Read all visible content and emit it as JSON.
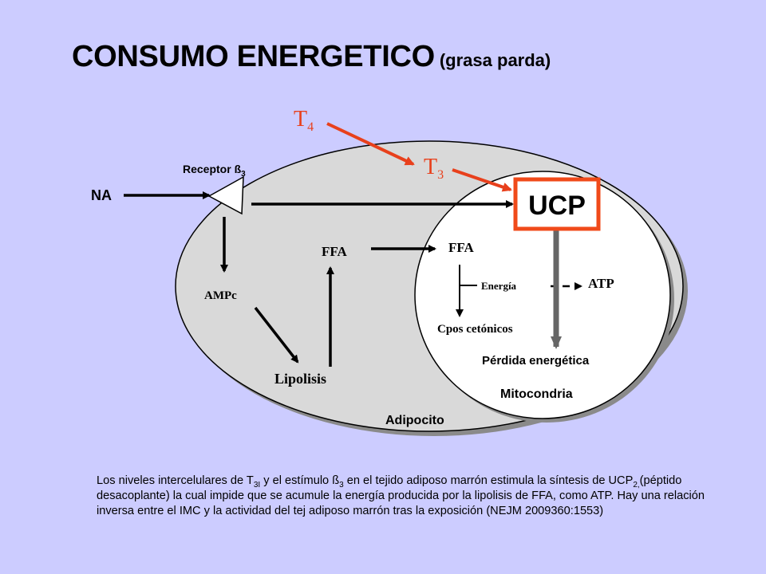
{
  "title": {
    "main": "CONSUMO ENERGETICO",
    "sub": "(grasa parda)"
  },
  "diagram": {
    "t4": {
      "letter": "T",
      "sub": "4"
    },
    "t3": {
      "letter": "T",
      "sub": "3"
    },
    "receptor": {
      "text": "Receptor ß",
      "sub": "3"
    },
    "na": "NA",
    "ucp": "UCP",
    "ffa_cell": "FFA",
    "ffa_mito": "FFA",
    "energia": "Energía",
    "atp": "ATP",
    "ampc": "AMPc",
    "cpos": "Cpos cetónicos",
    "perdida": "Pérdida energética",
    "lipolisis": "Lipolisis",
    "mitocondria": "Mitocondria",
    "adipocito": "Adipocito",
    "colors": {
      "background": "#ccccff",
      "cell": "#d9d9d9",
      "hormone_arrow": "#e8401c",
      "loss_arrow": "#666666",
      "ucp_border": "#f04a1a"
    }
  },
  "note": {
    "p1": "Los niveles intercelulares de T",
    "s1": "3I",
    "p2": "  y el estímulo ß",
    "s2": "3",
    "p3": "  en el  tejido adiposo marrón estimula la síntesis de UCP",
    "s3": "2,",
    "p4": "(péptido desacoplante) la cual impide que se acumule la energía producida por la lipolisis de FFA, como ATP. Hay una relación inversa entre el IMC y la actividad del tej adiposo marrón tras la  exposición (NEJM 2009360:1553)"
  }
}
